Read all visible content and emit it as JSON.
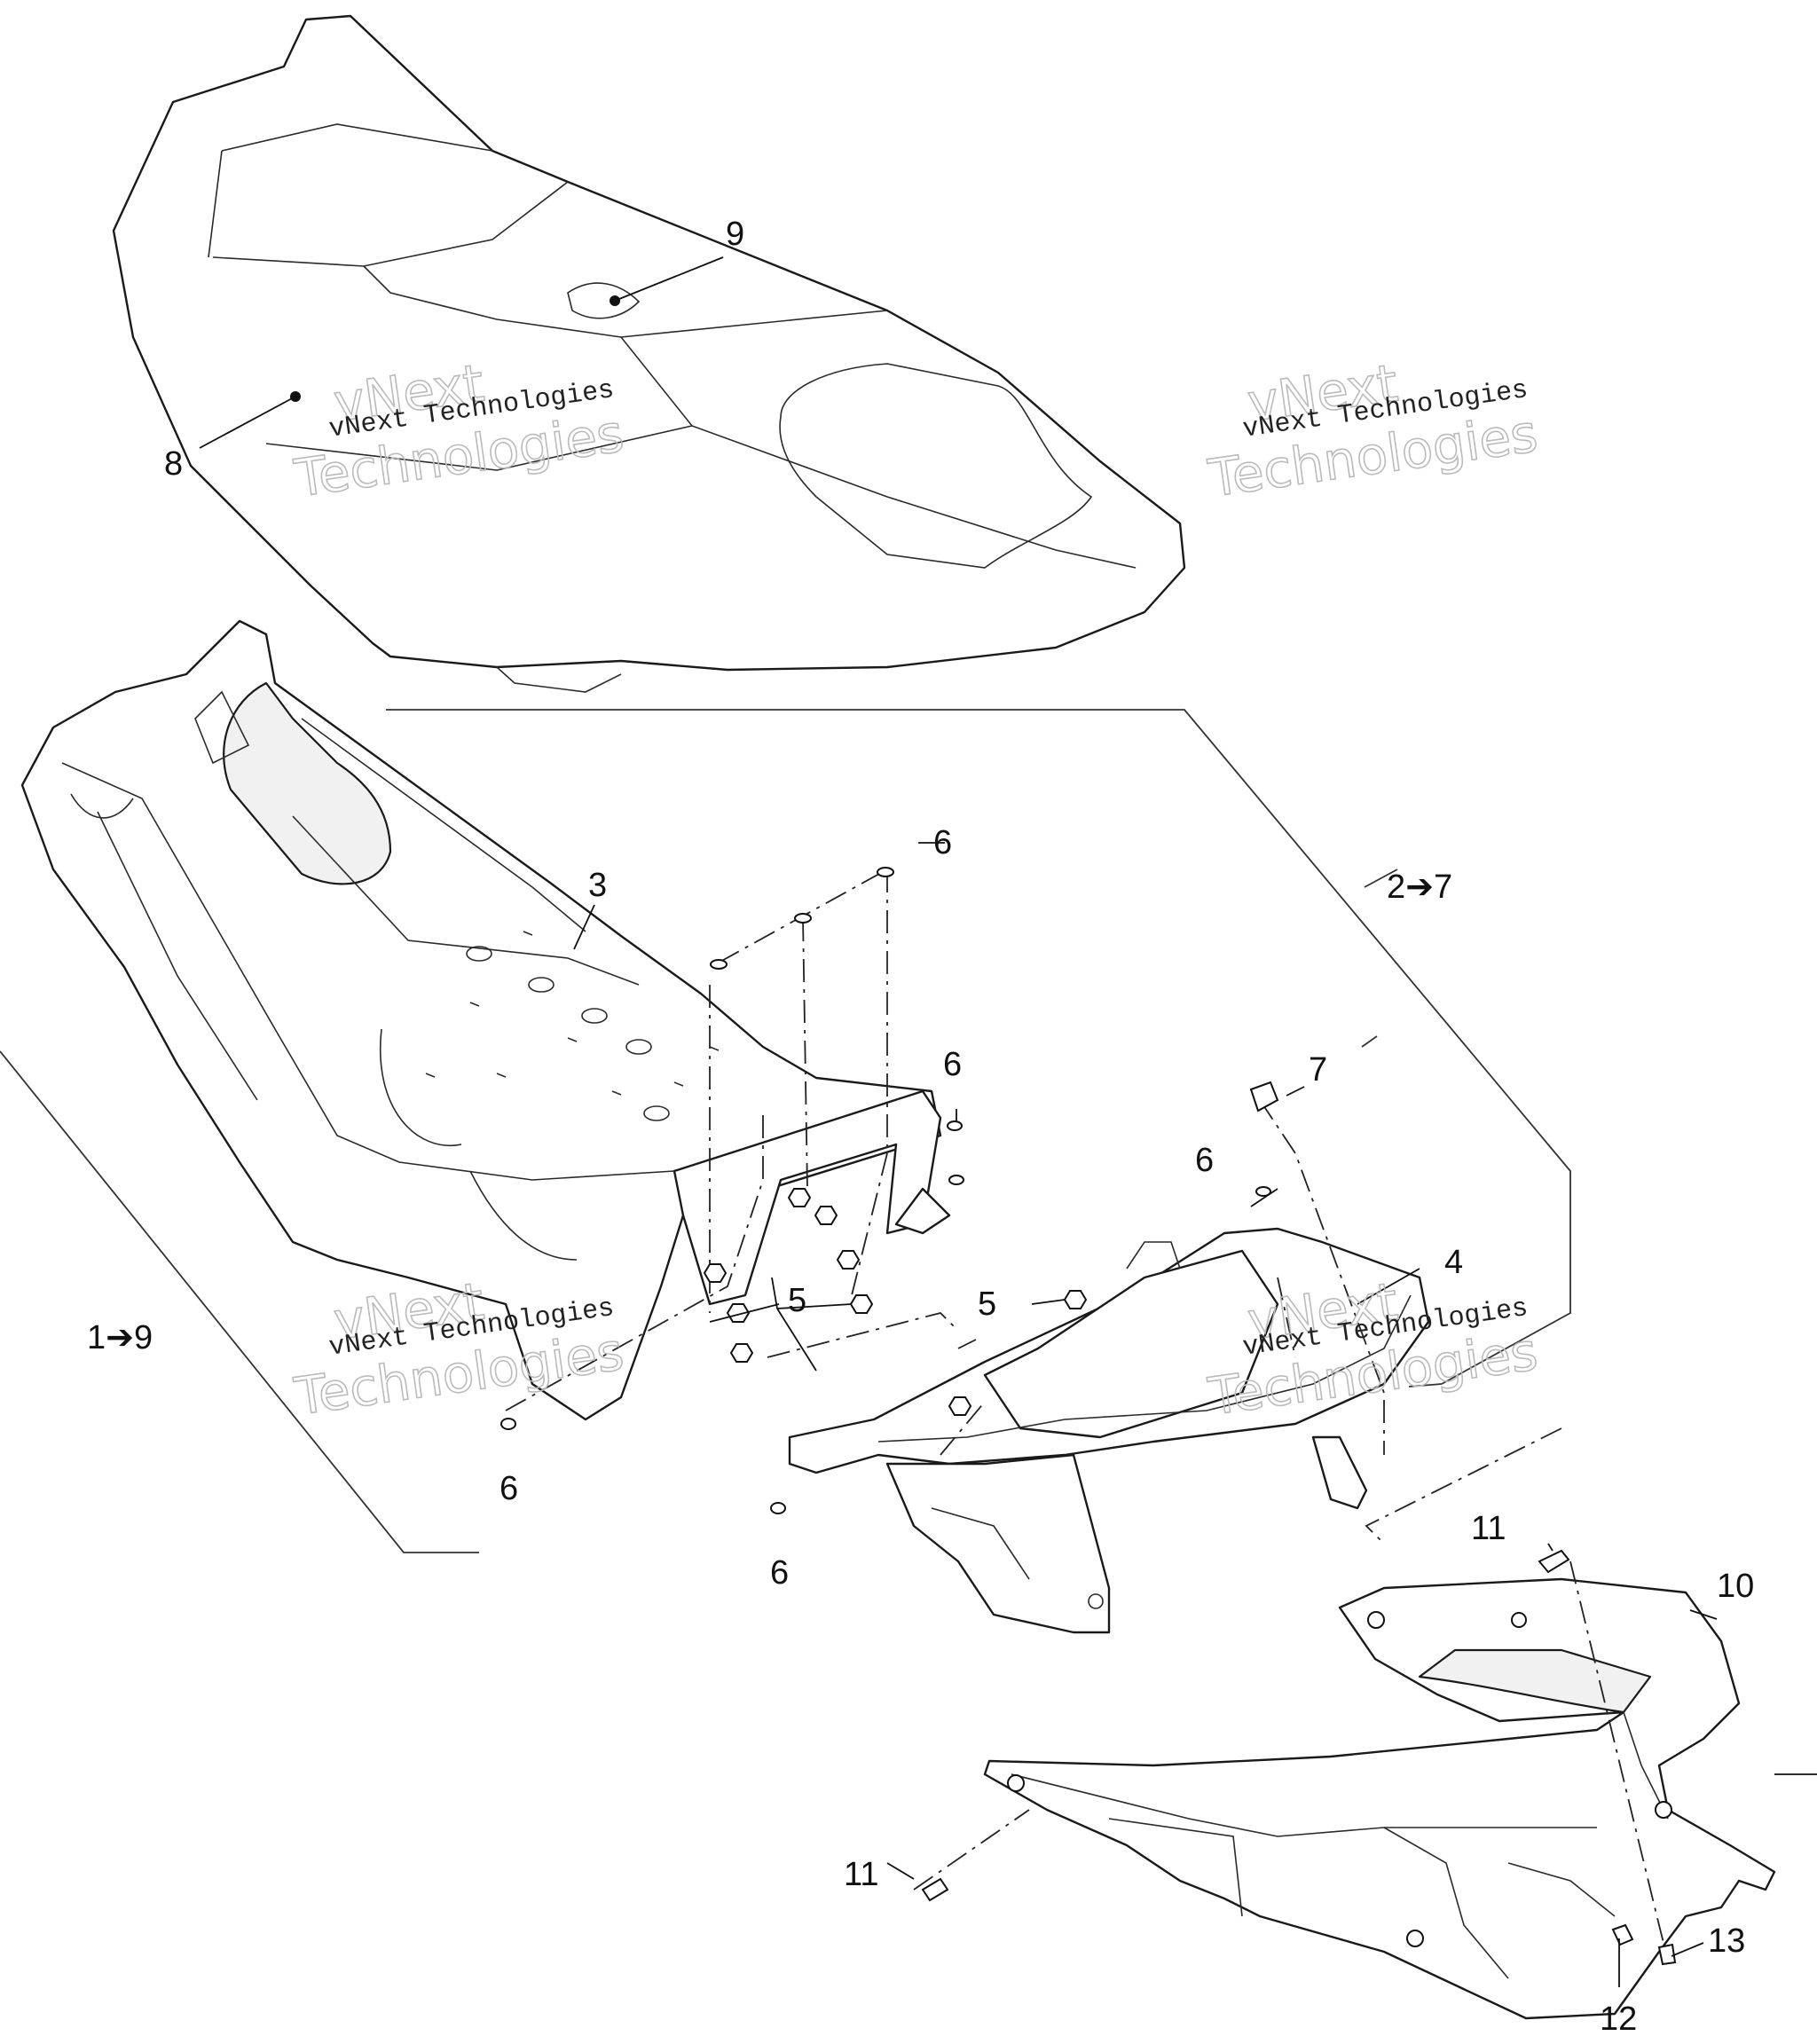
{
  "callouts": {
    "c1": "1➔9",
    "c2": "2➔7",
    "c3": "3",
    "c4": "4",
    "c5a": "5",
    "c5b": "5",
    "c6a": "6",
    "c6b": "6",
    "c6c": "6",
    "c6d": "6",
    "c6e": "6",
    "c7": "7",
    "c8": "8",
    "c9": "9",
    "c10": "10",
    "c11a": "11",
    "c11b": "11",
    "c12": "12",
    "c13": "13"
  },
  "watermarks": {
    "company": "vNext Technologies",
    "line1": "vNext",
    "line2": "Technologies"
  }
}
